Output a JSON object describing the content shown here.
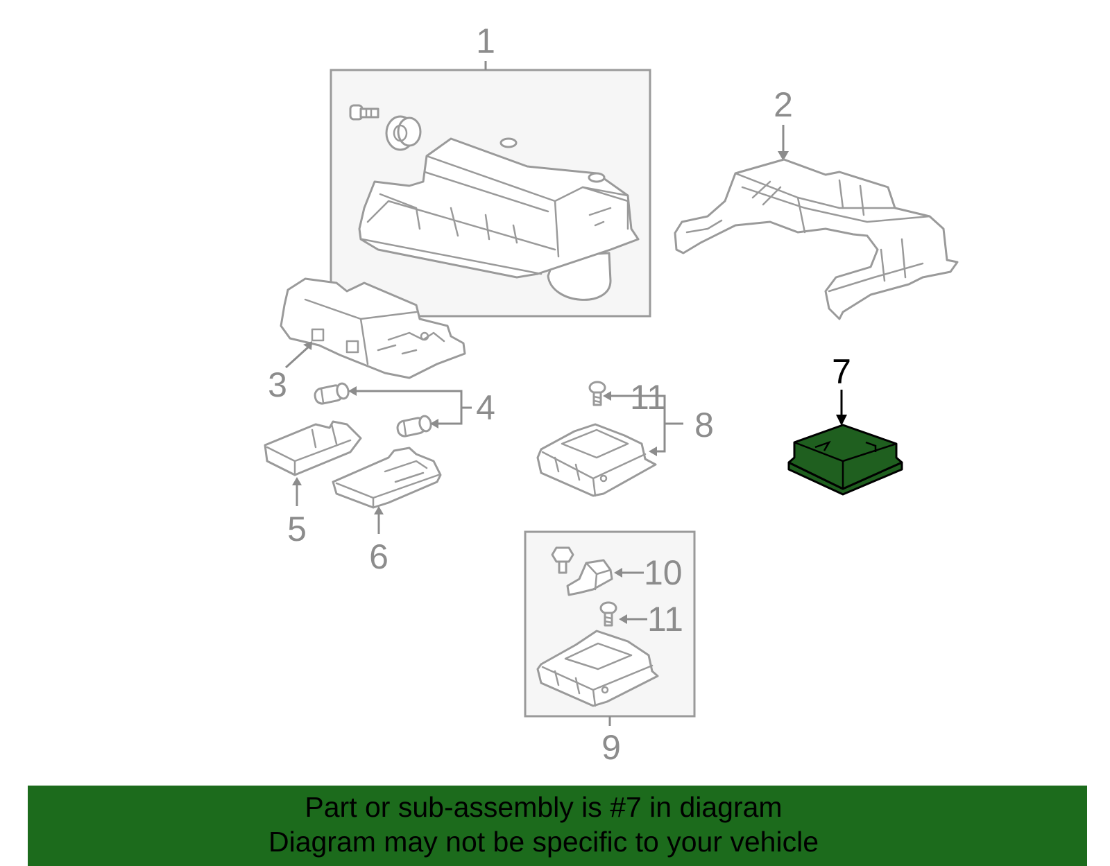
{
  "callouts": {
    "c1": "1",
    "c2": "2",
    "c3": "3",
    "c4": "4",
    "c5": "5",
    "c6": "6",
    "c7": "7",
    "c8": "8",
    "c9": "9",
    "c10": "10",
    "c11a": "11",
    "c11b": "11"
  },
  "highlighted_part": "7",
  "colors": {
    "highlight": "#1f5f1f",
    "banner": "#1c6b1c",
    "line": "#9a9a9a"
  },
  "notice": {
    "line1": "Part or sub-assembly is #7 in diagram",
    "line2": "Diagram may not be specific to your vehicle"
  }
}
